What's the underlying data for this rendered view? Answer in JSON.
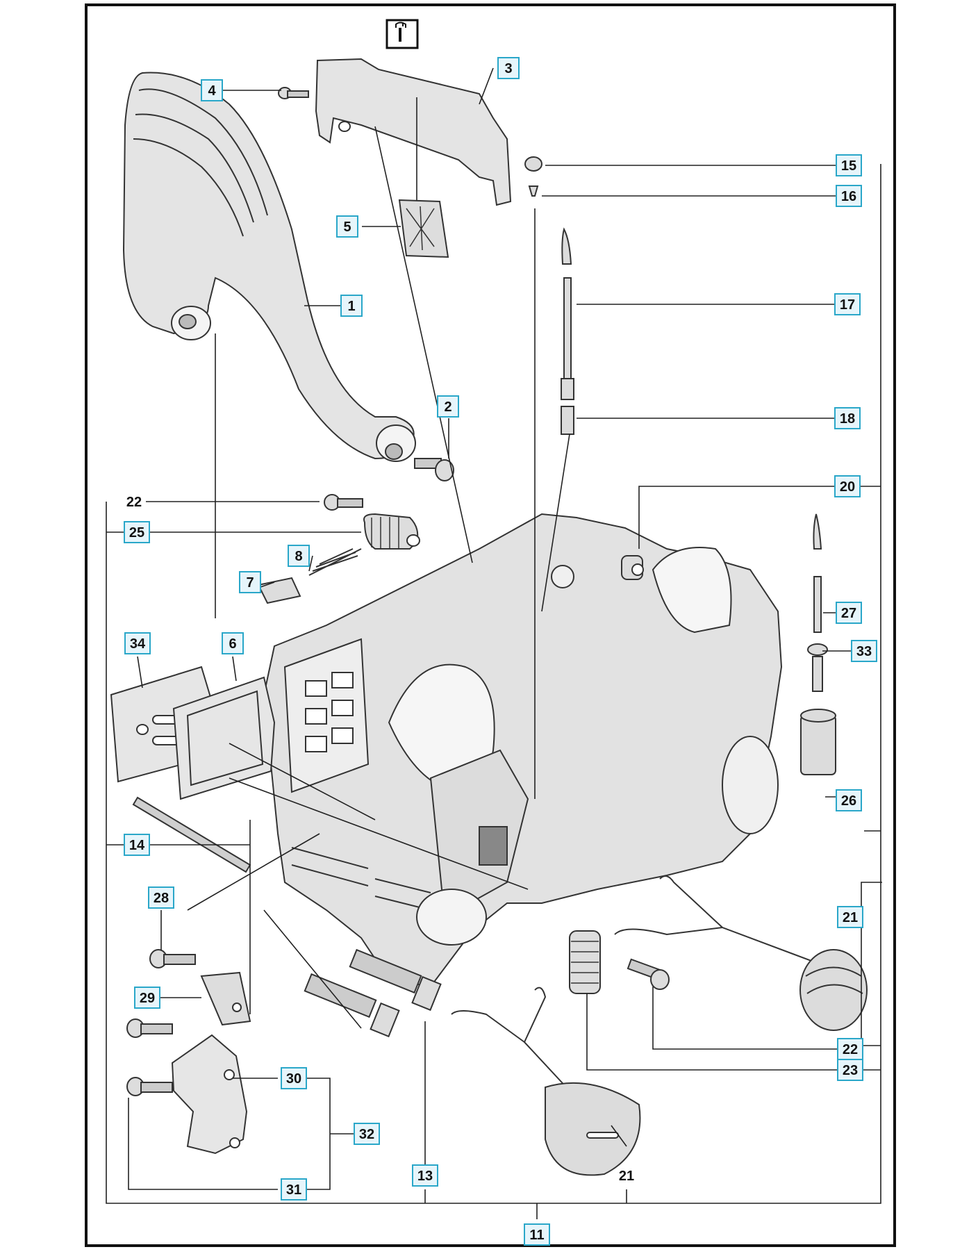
{
  "header_icon": "wrench-icon",
  "colors": {
    "frame": "#111111",
    "line": "#222222",
    "boxed_label_border": "#2aa7c9",
    "boxed_label_fill": "#e6f5fb",
    "part_fill": "#d6d6d6",
    "part_stroke": "#333333"
  },
  "callouts": [
    {
      "id": "c4",
      "label": "4",
      "boxed": true
    },
    {
      "id": "c3",
      "label": "3",
      "boxed": true
    },
    {
      "id": "c5",
      "label": "5",
      "boxed": true
    },
    {
      "id": "c1",
      "label": "1",
      "boxed": true
    },
    {
      "id": "c2",
      "label": "2",
      "boxed": true
    },
    {
      "id": "c15",
      "label": "15",
      "boxed": true
    },
    {
      "id": "c16",
      "label": "16",
      "boxed": true
    },
    {
      "id": "c17",
      "label": "17",
      "boxed": true
    },
    {
      "id": "c18",
      "label": "18",
      "boxed": true
    },
    {
      "id": "c20",
      "label": "20",
      "boxed": true
    },
    {
      "id": "c22a",
      "label": "22",
      "boxed": false
    },
    {
      "id": "c25",
      "label": "25",
      "boxed": true
    },
    {
      "id": "c8",
      "label": "8",
      "boxed": true
    },
    {
      "id": "c7",
      "label": "7",
      "boxed": true
    },
    {
      "id": "c27",
      "label": "27",
      "boxed": true
    },
    {
      "id": "c33",
      "label": "33",
      "boxed": true
    },
    {
      "id": "c34",
      "label": "34",
      "boxed": true
    },
    {
      "id": "c6",
      "label": "6",
      "boxed": true
    },
    {
      "id": "c26",
      "label": "26",
      "boxed": true
    },
    {
      "id": "c14",
      "label": "14",
      "boxed": true
    },
    {
      "id": "c28",
      "label": "28",
      "boxed": true
    },
    {
      "id": "c21a",
      "label": "21",
      "boxed": true
    },
    {
      "id": "c29",
      "label": "29",
      "boxed": true
    },
    {
      "id": "c22b",
      "label": "22",
      "boxed": true
    },
    {
      "id": "c23",
      "label": "23",
      "boxed": true
    },
    {
      "id": "c30",
      "label": "30",
      "boxed": true
    },
    {
      "id": "c32",
      "label": "32",
      "boxed": true
    },
    {
      "id": "c13",
      "label": "13",
      "boxed": true
    },
    {
      "id": "c21b",
      "label": "21",
      "boxed": false
    },
    {
      "id": "c31",
      "label": "31",
      "boxed": true
    },
    {
      "id": "c11",
      "label": "11",
      "boxed": true
    }
  ]
}
